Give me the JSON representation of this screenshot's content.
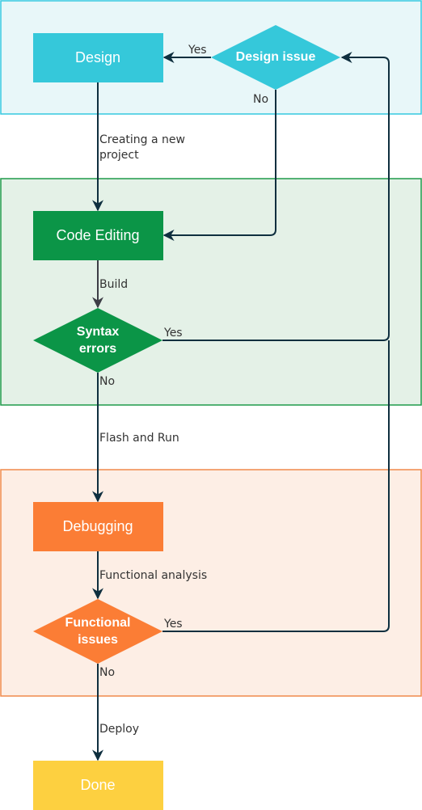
{
  "colors": {
    "design_lane_fill": "#e8f7f9",
    "design_lane_stroke": "#35c8e0",
    "design_node": "#35c8da",
    "code_lane_fill": "#e4f1e7",
    "code_lane_stroke": "#1f9a4a",
    "code_node": "#0b9547",
    "debug_lane_fill": "#fdeee5",
    "debug_lane_stroke": "#f08a4b",
    "debug_node": "#fb7d35",
    "done_node": "#fdd040",
    "edge": "#0f2f3f"
  },
  "nodes": {
    "design": "Design",
    "design_issue": "Design issue",
    "code_editing": "Code Editing",
    "syntax_errors_line1": "Syntax",
    "syntax_errors_line2": "errors",
    "debugging": "Debugging",
    "functional_issues_line1": "Functional",
    "functional_issues_line2": "issues",
    "done": "Done"
  },
  "edge_labels": {
    "design_issue_yes": "Yes",
    "design_issue_no": "No",
    "creating_line1": "Creating a new",
    "creating_line2": "project",
    "build": "Build",
    "syntax_yes": "Yes",
    "syntax_no": "No",
    "flash_run": "Flash and Run",
    "functional_analysis": "Functional analysis",
    "functional_yes": "Yes",
    "functional_no": "No",
    "deploy": "Deploy"
  }
}
